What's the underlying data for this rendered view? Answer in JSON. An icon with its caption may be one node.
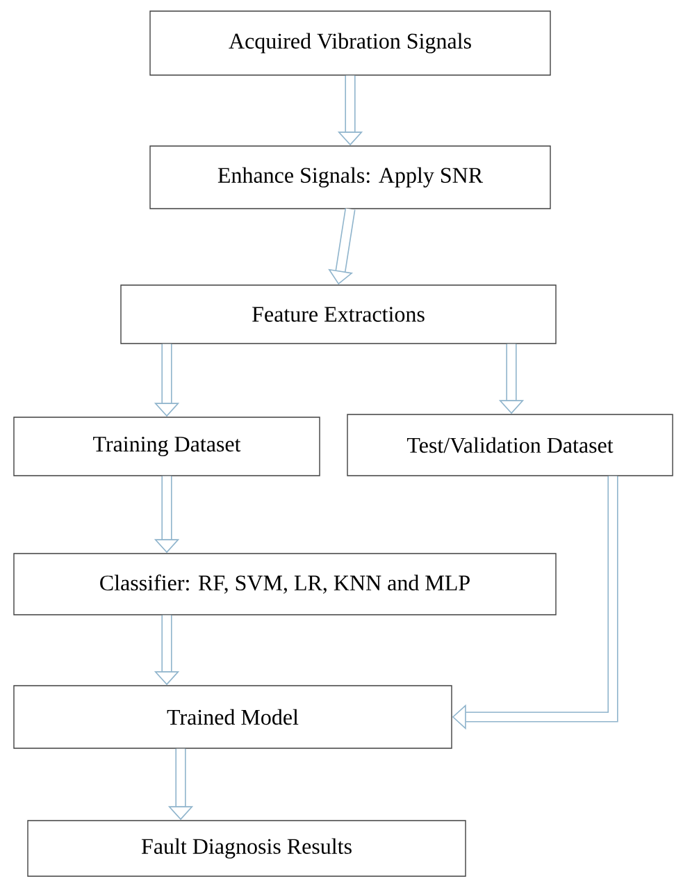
{
  "diagram": {
    "nodes": [
      {
        "text": [
          "Acquired Vibration Signals"
        ]
      },
      {
        "text": [
          "Enhance Signals: Apply SNR"
        ]
      },
      {
        "text": [
          "Feature Extractions"
        ]
      },
      {
        "text": [
          "Training Dataset"
        ]
      },
      {
        "text": [
          "Test/Validation Dataset"
        ]
      },
      {
        "text": [
          "Classifier: RF, SVM, LR, KNN and MLP"
        ]
      },
      {
        "text": [
          "Trained Model"
        ]
      },
      {
        "text": [
          "Fault Diagnosis Results"
        ]
      }
    ],
    "edges": [
      {
        "from": 0,
        "to": 1,
        "arrow": "to"
      },
      {
        "from": 1,
        "to": 2,
        "arrow": "to"
      },
      {
        "from": 2,
        "to": 3,
        "arrow": "to"
      },
      {
        "from": 2,
        "to": 4,
        "arrow": "to"
      },
      {
        "from": 3,
        "to": 5,
        "arrow": "to"
      },
      {
        "from": 5,
        "to": 6,
        "arrow": "to"
      },
      {
        "from": 4,
        "to": 6,
        "arrow": "to"
      },
      {
        "from": 6,
        "to": 7,
        "arrow": "to"
      }
    ]
  }
}
